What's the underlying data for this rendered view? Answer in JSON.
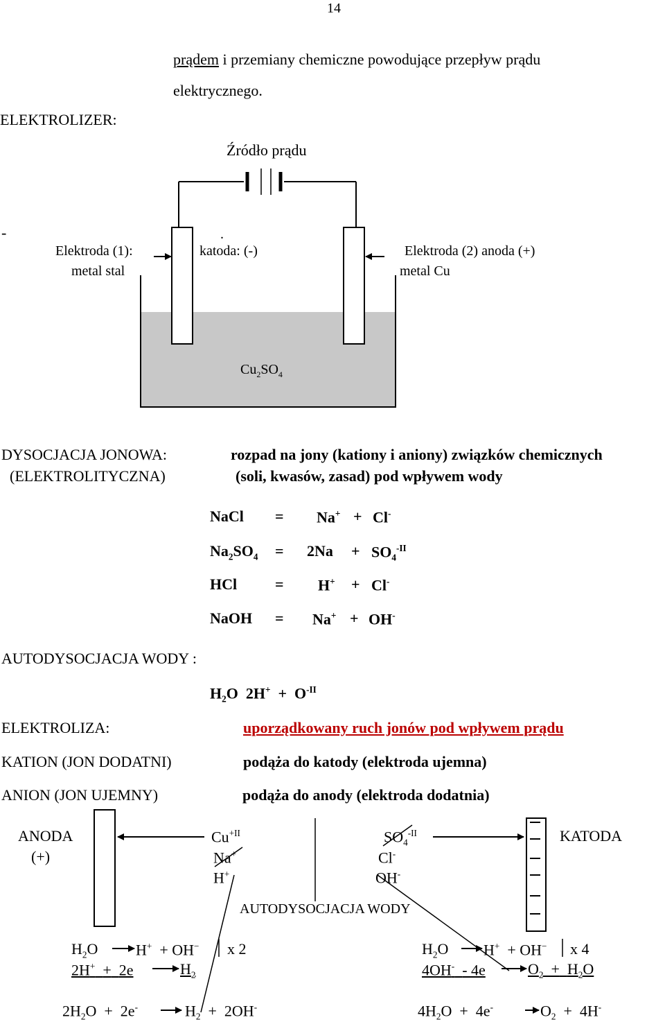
{
  "page_number": "14",
  "intro": {
    "line1_underlined": "prądem",
    "line1_rest": " i  przemiany chemiczne powodujące przepływ prądu",
    "line2": "elektrycznego."
  },
  "electrolyzer": {
    "heading": "ELEKTROLIZER:",
    "source_label": "Źródło prądu",
    "minus_mark": "-",
    "dot_mark": ".",
    "electrode1_line1": "Elektroda (1):",
    "electrode1_line2": "metal stal",
    "cathode_label": "katoda: (-)",
    "electrode2_line1": "Elektroda (2) anoda (+)",
    "electrode2_line2": "metal Cu",
    "solution": {
      "main": "Cu",
      "sub1": "2",
      "mid": "SO",
      "sub2": "4"
    }
  },
  "dissociation": {
    "heading_line1": "DYSOCJACJA JONOWA:",
    "heading_line2": "(ELEKTROLITYCZNA)",
    "def_line1": "rozpad na jony (kationy i aniony) związków chemicznych",
    "def_line2": "(soli, kwasów, zasad) pod wpływem wody",
    "equations": [
      {
        "left": "NaCl",
        "eq": "=",
        "right": "Na",
        "right_sup": "+",
        "plus": "+",
        "anion": "Cl",
        "anion_sup": "-"
      },
      {
        "left": "Na",
        "left_sub": "2",
        "left2": "SO",
        "left_sub2": "4",
        "eq": "=",
        "right": "2Na",
        "plus": "+",
        "anion": "SO",
        "anion_sub": "4",
        "anion_sup": "-II"
      },
      {
        "left": "HCl",
        "eq": "=",
        "right": "H",
        "right_sup": "+",
        "plus": "+",
        "anion": "Cl",
        "anion_sup": "-"
      },
      {
        "left": "NaOH",
        "eq": "=",
        "right": "Na",
        "right_sup": "+",
        "plus": "+",
        "anion": "OH",
        "anion_sup": "-"
      }
    ]
  },
  "autodissociation": {
    "heading": "AUTODYSOCJACJA WODY :",
    "eq_h": "H",
    "eq_sub": "2",
    "eq_o": "O",
    "eq_2h": "2H",
    "eq_2h_sup": "+",
    "eq_plus": "+",
    "eq_anion": "O",
    "eq_anion_sup": "-II"
  },
  "electrolysis": {
    "heading": "ELEKTROLIZA:",
    "definition": "uporządkowany ruch jonów pod wpływem prądu",
    "cation_label": "KATION (JON DODATNI)",
    "cation_desc": "podąża do katody (elektroda ujemna)",
    "anion_label": "ANION (JON UJEMNY)",
    "anion_desc": "podąża do anody   (elektroda dodatnia)"
  },
  "diagram": {
    "anode_line1": "ANODA",
    "anode_line2": "(+)",
    "cathode": "KATODA",
    "cations": [
      {
        "sym": "Cu",
        "sup": "+II"
      },
      {
        "sym": "Na",
        "sup": "+"
      },
      {
        "sym": "H",
        "sup": "+"
      }
    ],
    "anions": [
      {
        "sym": "SO",
        "sub": "4",
        "sup": "-II"
      },
      {
        "sym": "Cl",
        "sup": "-"
      },
      {
        "sym": "OH",
        "sup": "-"
      }
    ],
    "autodissociation_label": "AUTODYSOCJACJA WODY"
  },
  "reactions_left": {
    "r1": {
      "a": "H",
      "a_sub": "2",
      "a2": "O",
      "b": "H",
      "b_sup": "+",
      "c": "+ OH",
      "c_sup": "−",
      "mult": "x 2"
    },
    "r2": {
      "a": "2H",
      "a_sup": "+",
      "plus": "+",
      "e": "2e",
      "b": "H",
      "b_sub": "2"
    },
    "sum": {
      "a": "2H",
      "a_sub": "2",
      "a2": "O",
      "plus": "+",
      "e": "2e",
      "e_sup": "-",
      "b": "H",
      "b_sub": "2",
      "plus2": "+",
      "c": "2OH",
      "c_sup": "-"
    }
  },
  "reactions_right": {
    "r1": {
      "a": "H",
      "a_sub": "2",
      "a2": "O",
      "b": "H",
      "b_sup": "+",
      "c": "+ OH",
      "c_sup": "−",
      "mult": "x 4"
    },
    "r2": {
      "a": "4OH",
      "a_sup": "-",
      "minus": "- 4e",
      "b": "O",
      "b_sub": "2",
      "plus": "+",
      "c": "H",
      "c_sub": "2",
      "c2": "O"
    },
    "sum": {
      "a": "4H",
      "a_sub": "2",
      "a2": "O",
      "plus": "+",
      "e": "4e",
      "e_sup": "-",
      "b": "O",
      "b_sub": "2",
      "plus2": "+",
      "c": "4H",
      "c_sup": "-"
    }
  }
}
